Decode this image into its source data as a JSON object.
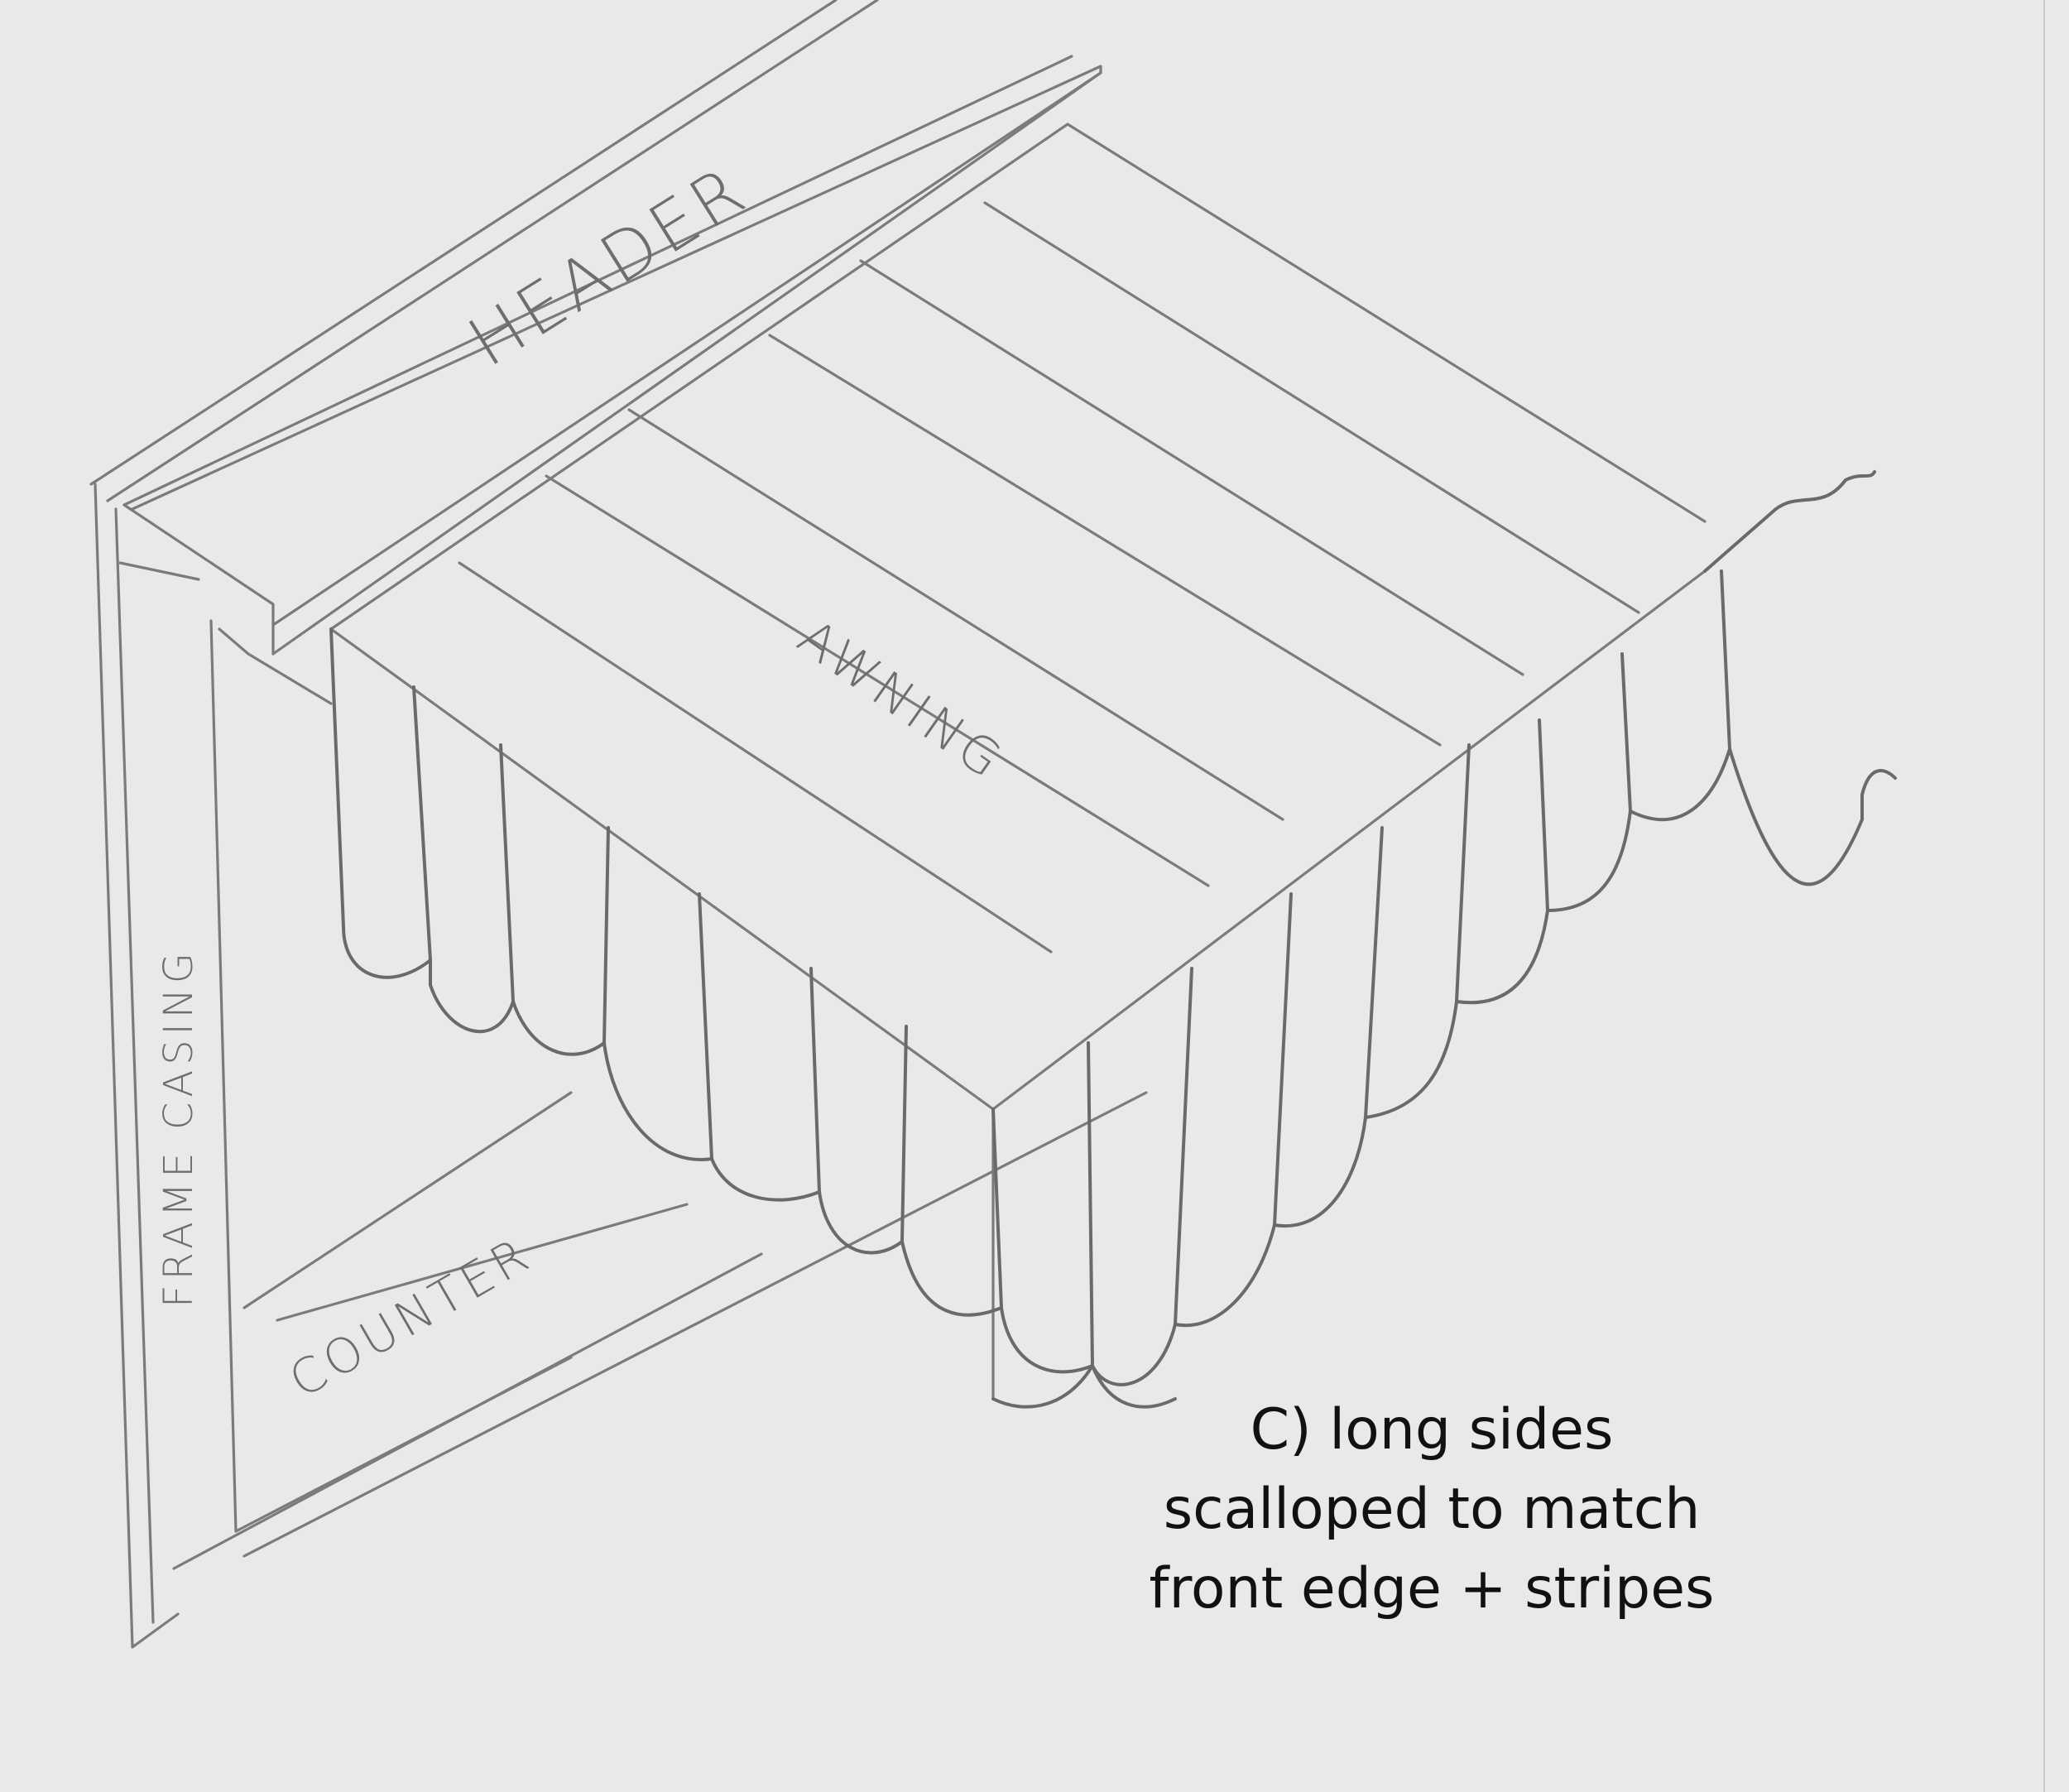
{
  "labels": {
    "header": "HEADER",
    "awning": "AWNING",
    "frame_casing": "FRAME CASING",
    "counter": "COUNTER"
  },
  "caption": {
    "line1": "C) long sides",
    "line2": "scalloped to match",
    "line3": "front edge + stripes"
  },
  "colors": {
    "paper": "#e9e9ea",
    "pencil": "#7b7b7d",
    "caption_text": "#111111"
  }
}
